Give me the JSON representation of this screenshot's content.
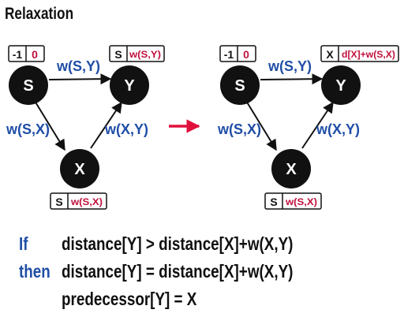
{
  "title": "Relaxation",
  "left_graph": {
    "nodes": {
      "s": "S",
      "y": "Y",
      "x": "X"
    },
    "edges": {
      "sy": "w(S,Y)",
      "sx": "w(S,X)",
      "xy": "w(X,Y)"
    },
    "boxes": {
      "s": {
        "pred": "-1",
        "dist": "0"
      },
      "y": {
        "pred": "S",
        "dist": "w(S,Y)"
      },
      "x": {
        "pred": "S",
        "dist": "w(S,X)"
      }
    }
  },
  "right_graph": {
    "nodes": {
      "s": "S",
      "y": "Y",
      "x": "X"
    },
    "edges": {
      "sy": "w(S,Y)",
      "sx": "w(S,X)",
      "xy": "w(X,Y)"
    },
    "boxes": {
      "s": {
        "pred": "-1",
        "dist": "0"
      },
      "y": {
        "pred": "X",
        "dist": "d[X]+w(S,X)"
      },
      "x": {
        "pred": "S",
        "dist": "w(S,X)"
      }
    }
  },
  "code": [
    {
      "keyword": "If",
      "statement": "distance[Y] > distance[X]+w(X,Y)"
    },
    {
      "keyword": "then",
      "statement": "distance[Y] = distance[X]+w(X,Y)"
    },
    {
      "keyword": "",
      "statement": "predecessor[Y] = X"
    }
  ],
  "colors": {
    "edge_label": "#1f4ea6",
    "distance_value": "#c0103c",
    "transition_arrow": "#e0103c",
    "node_fill": "#111111"
  }
}
